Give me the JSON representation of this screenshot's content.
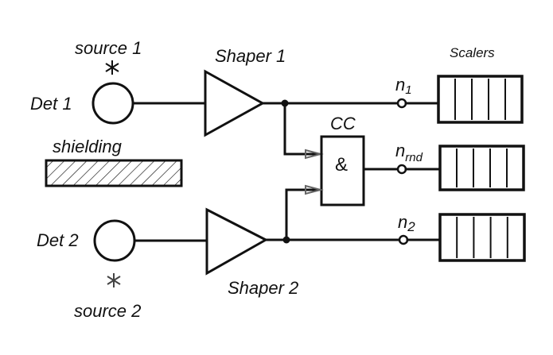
{
  "diagram": {
    "title": "Random coincidence measurement setup",
    "labels": {
      "source1": "source 1",
      "source2": "source 2",
      "det1": "Det 1",
      "det2": "Det 2",
      "shielding": "shielding",
      "shaper1": "Shaper 1",
      "shaper2": "Shaper 2",
      "cc": "CC",
      "and_symbol": "&",
      "scalers": "Scalers",
      "n1_base": "n",
      "n1_sub": "1",
      "nrnd_base": "n",
      "nrnd_sub": "rnd",
      "n2_base": "n",
      "n2_sub": "2"
    },
    "source_symbol": "*",
    "scaler_digits": 5,
    "colors": {
      "ink": "#111111",
      "background": "#ffffff"
    }
  }
}
